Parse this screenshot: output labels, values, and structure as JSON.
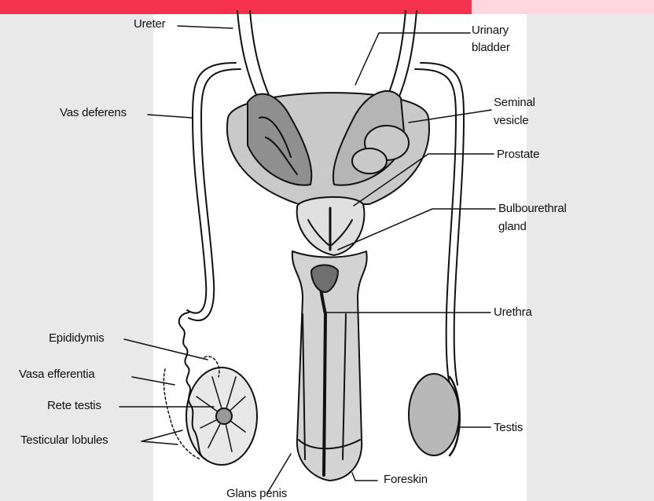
{
  "colors": {
    "banner": "#f4324d",
    "banner_light": "#ffd7dc",
    "side_panel": "#e9e9e9",
    "organ_fill": "#c9c9c9",
    "organ_dark": "#8f8f8f",
    "outline": "#111111"
  },
  "labels": {
    "ureter": "Ureter",
    "urinary_bladder_1": "Urinary",
    "urinary_bladder_2": "bladder",
    "vas_deferens": "Vas deferens",
    "seminal_vesicle_1": "Seminal",
    "seminal_vesicle_2": "vesicle",
    "prostate": "Prostate",
    "bulbourethral_1": "Bulbourethral",
    "bulbourethral_2": "gland",
    "urethra": "Urethra",
    "epididymis": "Epididymis",
    "vasa_efferentia": "Vasa efferentia",
    "rete_testis": "Rete testis",
    "testicular_lobules": "Testicular lobules",
    "testis": "Testis",
    "glans_penis": "Glans penis",
    "foreskin": "Foreskin"
  }
}
